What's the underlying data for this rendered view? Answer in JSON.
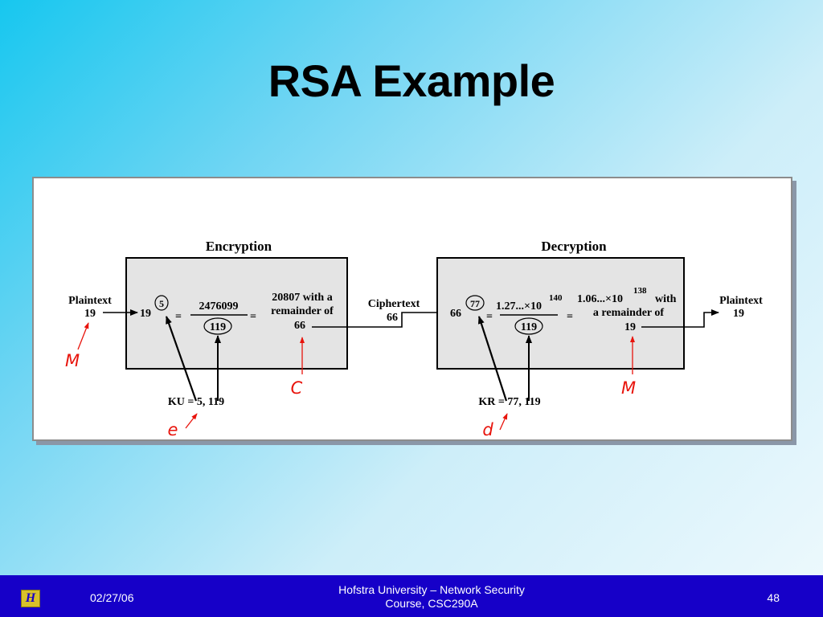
{
  "slide": {
    "title": "RSA Example"
  },
  "diagram": {
    "encryption": {
      "title": "Encryption",
      "input_label": "Plaintext",
      "input_value": "19",
      "base": "19",
      "exponent": "5",
      "equals": "=",
      "numerator": "2476099",
      "denominator": "119",
      "result_line1": "20807 with a",
      "result_line2": "remainder of",
      "result_line3": "66",
      "key": "KU = 5, 119"
    },
    "ciphertext": {
      "label": "Ciphertext",
      "value": "66"
    },
    "decryption": {
      "title": "Decryption",
      "base": "66",
      "exponent": "77",
      "equals": "=",
      "numerator_mantissa": "1.27...×10",
      "numerator_exp": "140",
      "denominator": "119",
      "result_mantissa": "1.06...×10",
      "result_exp": "138",
      "result_with": "with",
      "result_line2": "a remainder of",
      "result_line3": "19",
      "key": "KR = 77, 119",
      "output_label": "Plaintext",
      "output_value": "19"
    },
    "annotations": {
      "plaintext_in": "M",
      "public_exponent": "e",
      "ciphertext": "C",
      "private_exponent": "d",
      "plaintext_out": "M"
    }
  },
  "colors": {
    "annotation": "#e8140c",
    "footer_bg": "#1600c8",
    "box_fill": "#e4e4e4"
  },
  "footer": {
    "logo_icon": "hofstra-logo-icon",
    "logo_text": "H",
    "date": "02/27/06",
    "center_line1": "Hofstra University – Network Security",
    "center_line2": "Course, CSC290A",
    "page_number": "48"
  }
}
